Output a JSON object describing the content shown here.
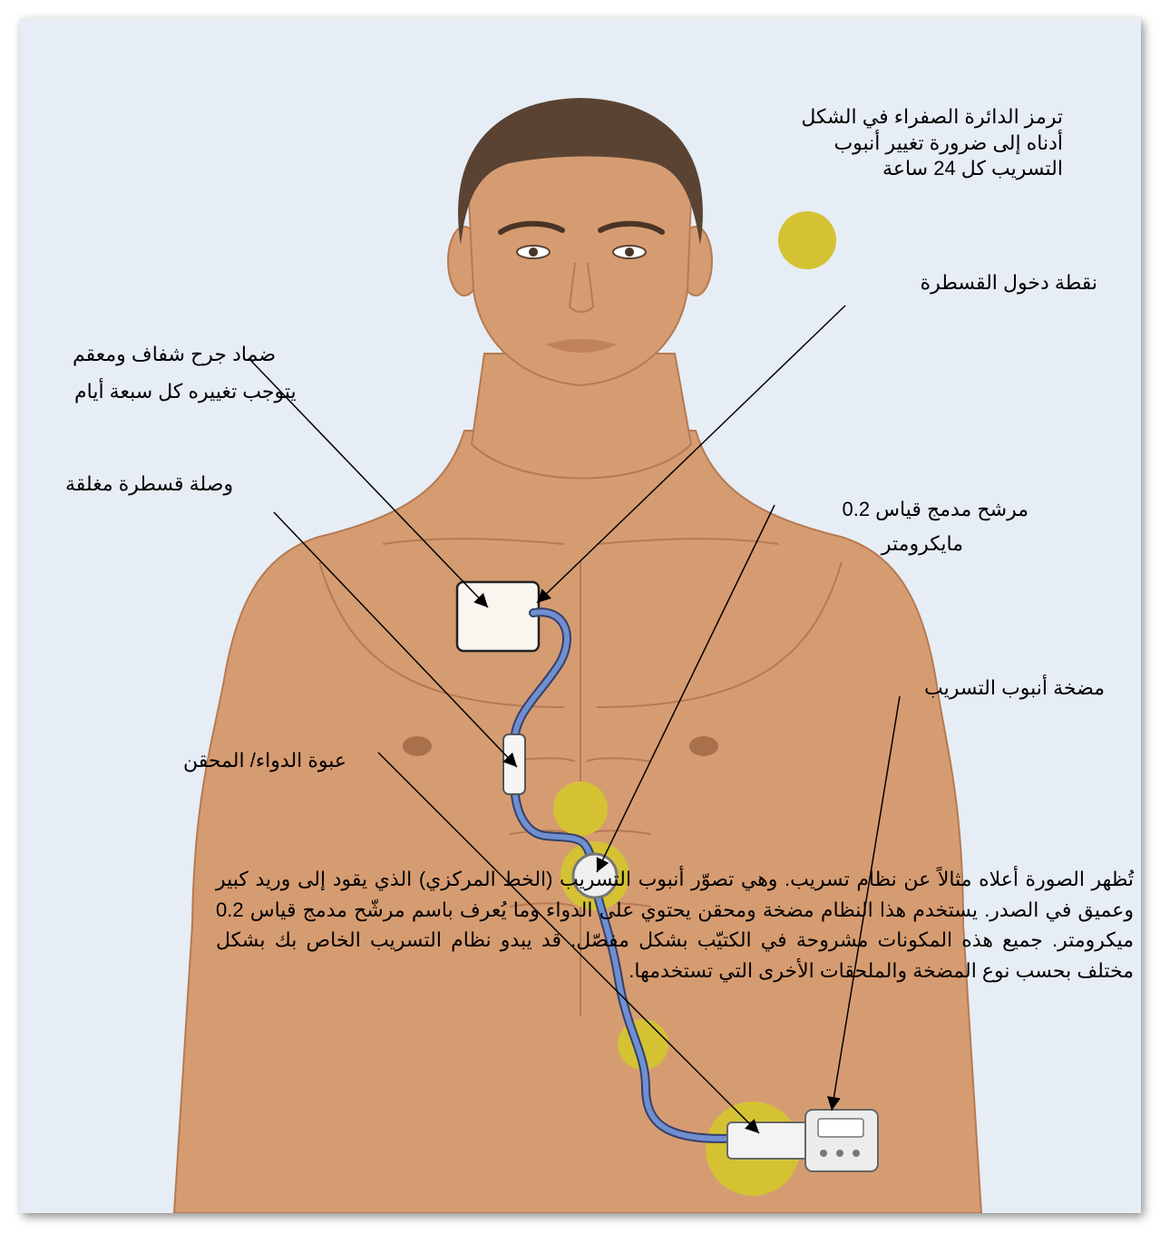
{
  "legend": {
    "text": "ترمز الدائرة الصفراء في الشكل أدناه إلى ضرورة تغيير أنبوب التسريب كل 24 ساعة",
    "marker_color": "#d4c233"
  },
  "labels": {
    "catheter_entry": "نقطة دخول القسطرة",
    "dressing_line1": "ضماد جرح شفاف ومعقم",
    "dressing_line2": "يتوجب تغييره كل سبعة أيام",
    "closed_connector": "وصلة قسطرة مغلقة",
    "filter_line1": "مرشح مدمج قياس 0.2",
    "filter_line2": "مايكرومتر",
    "pump": "مضخة أنبوب التسريب",
    "reservoir": "عبوة الدواء/ المحقن"
  },
  "caption": "تُظهر الصورة أعلاه مثالاً عن نظام تسريب. وهي تصوّر أنبوب التسريب (الخط المركزي) الذي يقود إلى وريد كبير وعميق في الصدر. يستخدم هذا النظام مضخة ومحقن يحتوي على الدواء وما يُعرف باسم مرشّح مدمج قياس 0.2 ميكرومتر. جميع هذه المكونات مشروحة في الكتيّب بشكل مفصّل. قد يبدو نظام التسريب الخاص بك بشكل مختلف بحسب نوع المضخة والملحقات الأخرى التي تستخدمها.",
  "colors": {
    "skin": "#d69c71",
    "skin_shadow": "#c48a60",
    "hair": "#5a4333",
    "tube": "#5f7fc0",
    "marker": "#d4c233",
    "background": "#e6edf5"
  }
}
